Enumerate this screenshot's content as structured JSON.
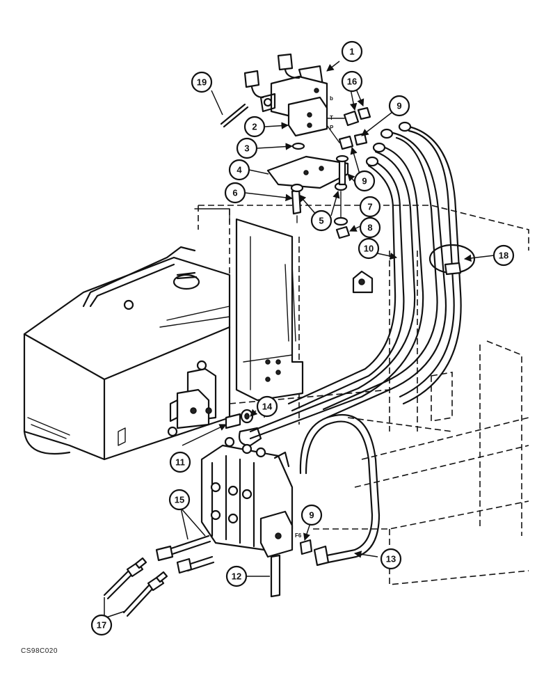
{
  "figure": {
    "code": "CS98C020"
  },
  "callouts": [
    "1",
    "2",
    "3",
    "4",
    "5",
    "6",
    "7",
    "8",
    "9",
    "9",
    "9",
    "10",
    "11",
    "12",
    "13",
    "14",
    "15",
    "16",
    "17",
    "18",
    "19"
  ],
  "port_labels": {
    "b": "b",
    "t": "T",
    "p": "P",
    "f6": "F6"
  }
}
